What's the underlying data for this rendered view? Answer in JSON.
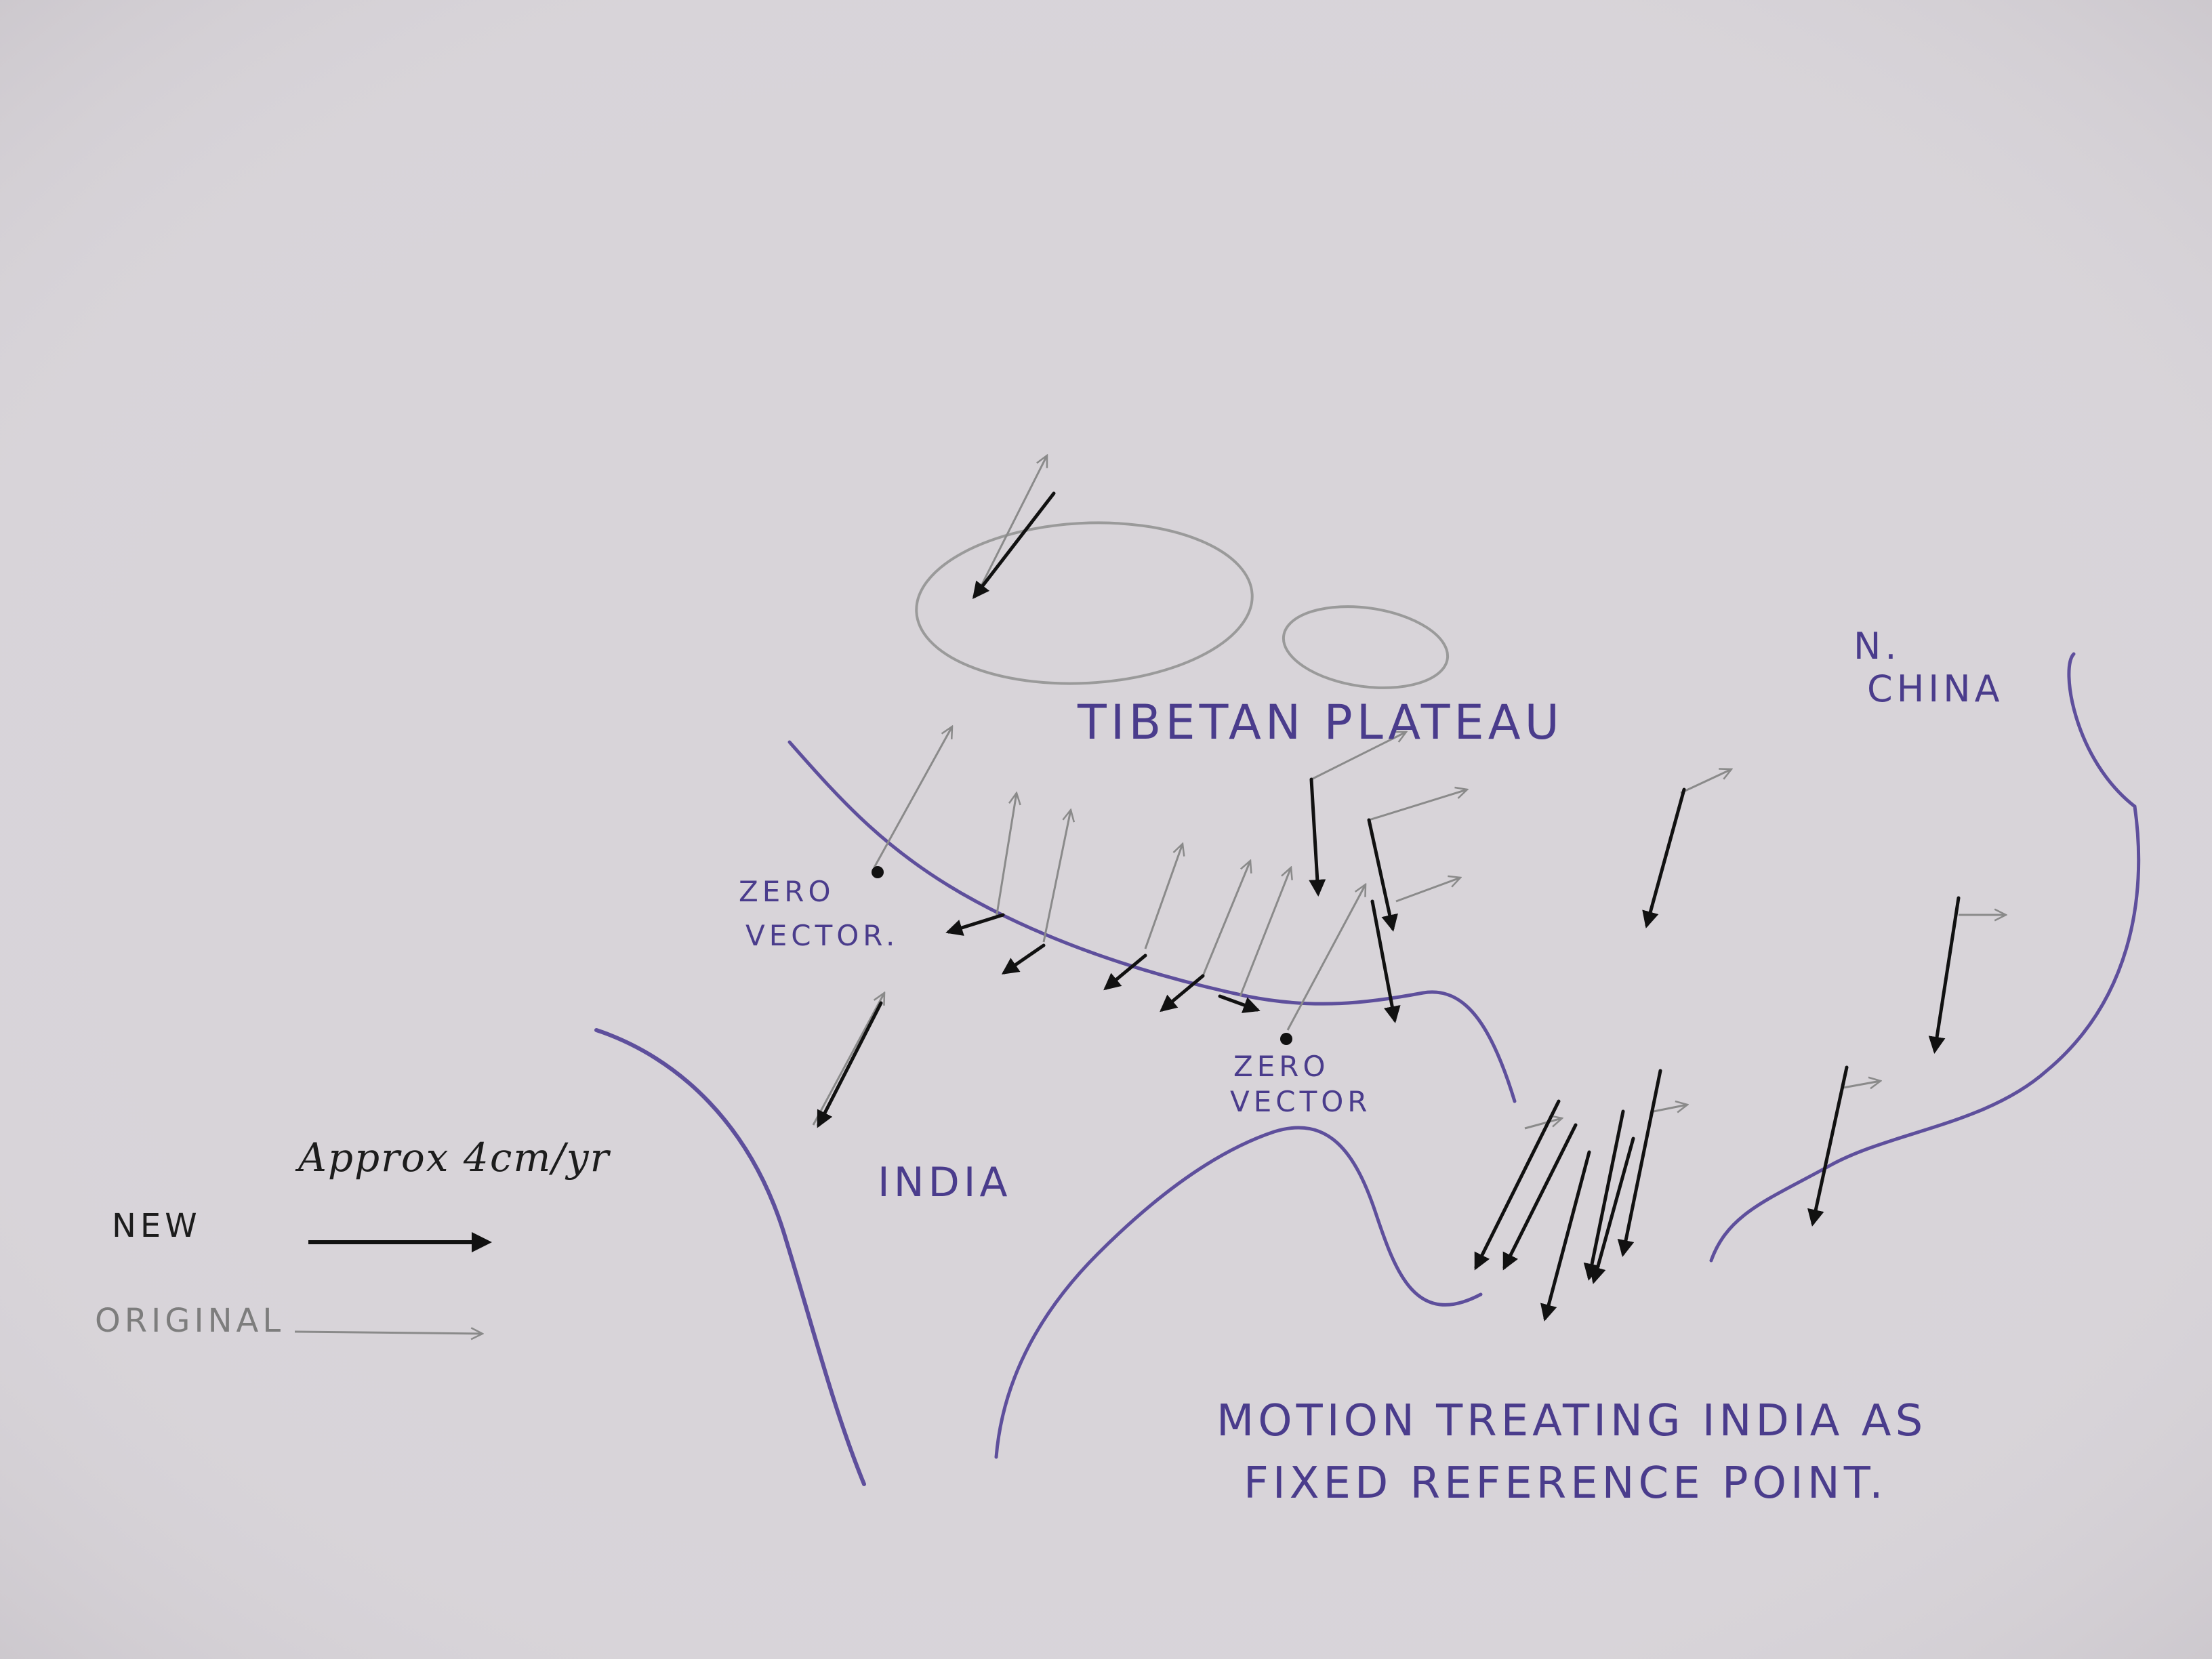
{
  "labels": {
    "tibetan_plateau": "TIBETAN PLATEAU",
    "n_china_line1": "N.",
    "n_china_line2": "CHINA",
    "india": "INDIA",
    "zero_vector_left_line1": "ZERO",
    "zero_vector_left_line2": "VECTOR.",
    "zero_vector_mid_line1": "ZERO",
    "zero_vector_mid_line2": "VECTOR"
  },
  "legend": {
    "scale": "Approx 4cm/yr",
    "new": "NEW",
    "original": "ORIGINAL"
  },
  "caption": {
    "line1": "MOTION TREATING INDIA AS",
    "line2": "FIXED REFERENCE POINT."
  },
  "colors": {
    "paper": "#d8d4d9",
    "ink_purple": "#4a3c8c",
    "new_arrow": "#111111",
    "original_arrow": "#8a8a8a"
  }
}
